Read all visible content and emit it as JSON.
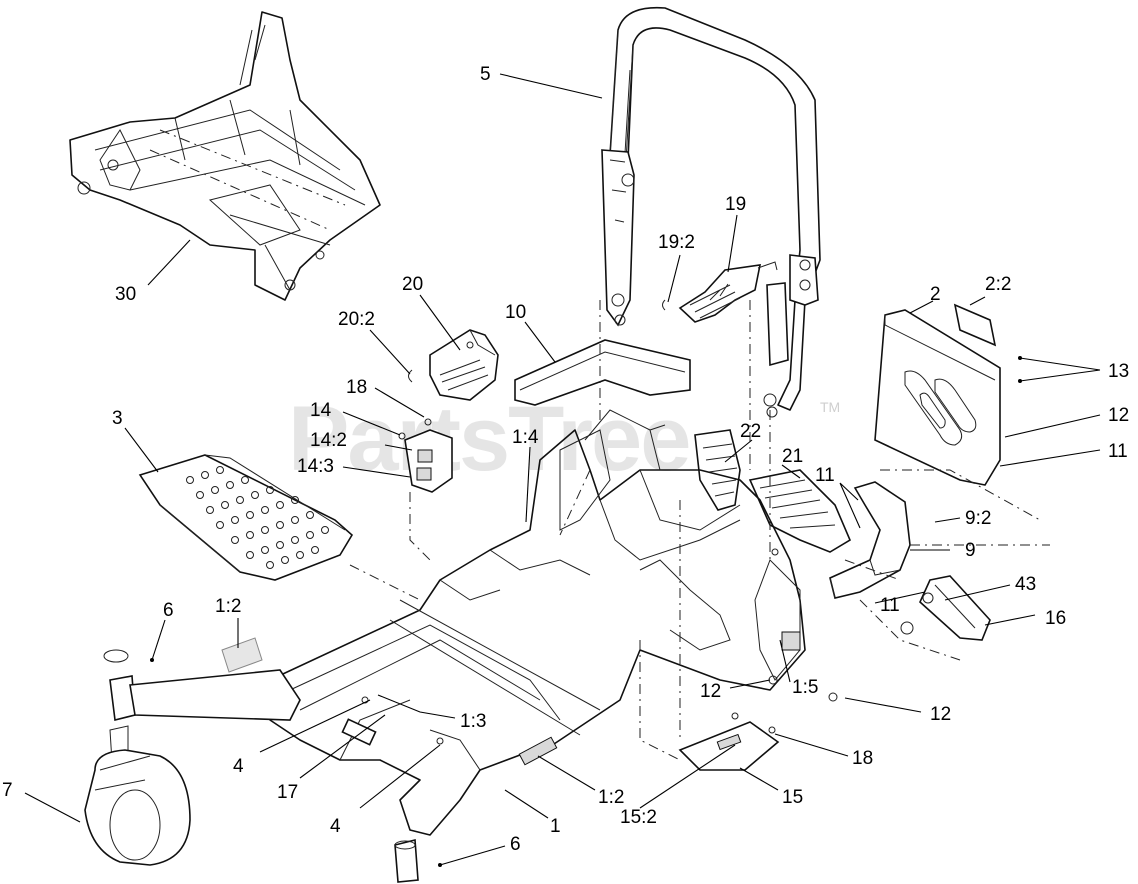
{
  "watermark": {
    "text": "PartsTree",
    "mark": "TM"
  },
  "callouts": [
    {
      "id": "c-5",
      "text": "5"
    },
    {
      "id": "c-30",
      "text": "30"
    },
    {
      "id": "c-19",
      "text": "19"
    },
    {
      "id": "c-19-2",
      "text": "19:2"
    },
    {
      "id": "c-20",
      "text": "20"
    },
    {
      "id": "c-20-2",
      "text": "20:2"
    },
    {
      "id": "c-10",
      "text": "10"
    },
    {
      "id": "c-18a",
      "text": "18"
    },
    {
      "id": "c-14",
      "text": "14"
    },
    {
      "id": "c-14-2",
      "text": "14:2"
    },
    {
      "id": "c-14-3",
      "text": "14:3"
    },
    {
      "id": "c-3",
      "text": "3"
    },
    {
      "id": "c-1-4",
      "text": "1:4"
    },
    {
      "id": "c-22",
      "text": "22"
    },
    {
      "id": "c-21",
      "text": "21"
    },
    {
      "id": "c-2",
      "text": "2"
    },
    {
      "id": "c-2-2",
      "text": "2:2"
    },
    {
      "id": "c-13",
      "text": "13"
    },
    {
      "id": "c-12a",
      "text": "12"
    },
    {
      "id": "c-11a",
      "text": "11"
    },
    {
      "id": "c-11b",
      "text": "11"
    },
    {
      "id": "c-9-2",
      "text": "9:2"
    },
    {
      "id": "c-9",
      "text": "9"
    },
    {
      "id": "c-43",
      "text": "43"
    },
    {
      "id": "c-11c",
      "text": "11"
    },
    {
      "id": "c-16",
      "text": "16"
    },
    {
      "id": "c-6a",
      "text": "6"
    },
    {
      "id": "c-1-2a",
      "text": "1:2"
    },
    {
      "id": "c-12b",
      "text": "12"
    },
    {
      "id": "c-1-5",
      "text": "1:5"
    },
    {
      "id": "c-12c",
      "text": "12"
    },
    {
      "id": "c-1-3",
      "text": "1:3"
    },
    {
      "id": "c-4a",
      "text": "4"
    },
    {
      "id": "c-17",
      "text": "17"
    },
    {
      "id": "c-7",
      "text": "7"
    },
    {
      "id": "c-18b",
      "text": "18"
    },
    {
      "id": "c-4b",
      "text": "4"
    },
    {
      "id": "c-1-2b",
      "text": "1:2"
    },
    {
      "id": "c-15",
      "text": "15"
    },
    {
      "id": "c-1",
      "text": "1"
    },
    {
      "id": "c-15-2",
      "text": "15:2"
    },
    {
      "id": "c-6b",
      "text": "6"
    }
  ]
}
